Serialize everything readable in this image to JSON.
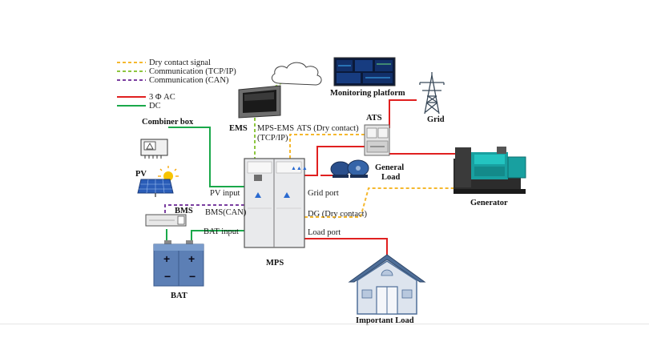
{
  "legend": {
    "dry_contact": "Dry contact signal",
    "comm_tcp": "Communication (TCP/IP)",
    "comm_can": "Communication (CAN)",
    "ac": "3 Φ AC",
    "dc": "DC"
  },
  "colors": {
    "dry_contact": "#f5b82e",
    "comm_tcp": "#8dc63f",
    "comm_can": "#7b3fa0",
    "ac": "#e02020",
    "dc": "#1aa84a"
  },
  "components": {
    "monitoring": "Monitoring platform",
    "ems": "EMS",
    "grid": "Grid",
    "ats": "ATS",
    "combiner": "Combiner box",
    "pv": "PV",
    "bms": "BMS",
    "bat": "BAT",
    "mps": "MPS",
    "general_load_1": "General",
    "general_load_2": "Load",
    "generator": "Generator",
    "important_load": "Important Load"
  },
  "ports": {
    "mps_ems_1": "MPS-EMS",
    "mps_ems_2": "(TCP/IP)",
    "ats_dry": "ATS (Dry contact)",
    "pv_input": "PV input",
    "bms_can": "BMS(CAN)",
    "bat_input": "BAT input",
    "grid_port": "Grid port",
    "dg_dry": "DG (Dry contact)",
    "load_port": "Load port"
  },
  "icons": {
    "grid_tower": "transmission-tower-icon",
    "generator": "diesel-generator-icon",
    "house": "house-icon",
    "cloud": "cloud-icon",
    "sun": "sun-icon"
  }
}
